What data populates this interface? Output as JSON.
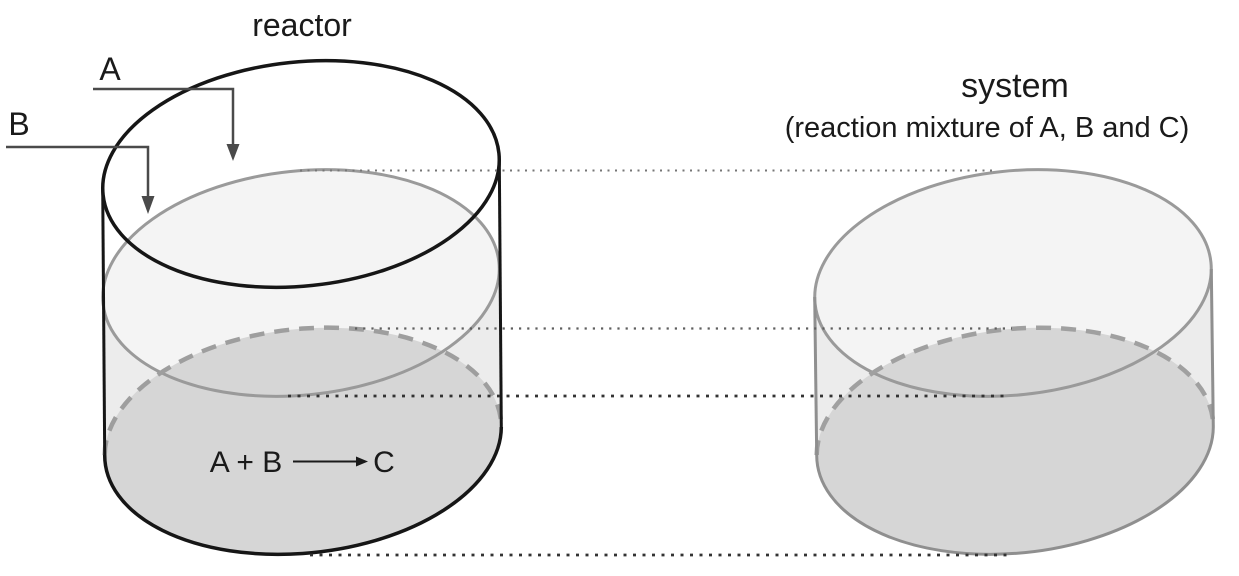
{
  "reactor": {
    "title": "reactor",
    "feed_a_label": "A",
    "feed_b_label": "B",
    "reaction_lhs": "A + B",
    "reaction_rhs": "C"
  },
  "system": {
    "title": "system",
    "subtitle": "(reaction mixture of A, B and C)"
  },
  "colors": {
    "vessel_outline": "#161616",
    "gray_outline": "#9a9a9a",
    "system_outline": "#8f8f8f",
    "dashed_edge": "#9e9e9e",
    "liquid_surface_fill": "#f4f4f4",
    "liquid_body_fill": "#ececec",
    "liquid_bottom_fill": "#d6d6d6",
    "feed_arrow": "#4a4a4a",
    "connector_dots_light": "#767676",
    "connector_dots_dark": "#333333",
    "text": "#1a1a1a"
  }
}
